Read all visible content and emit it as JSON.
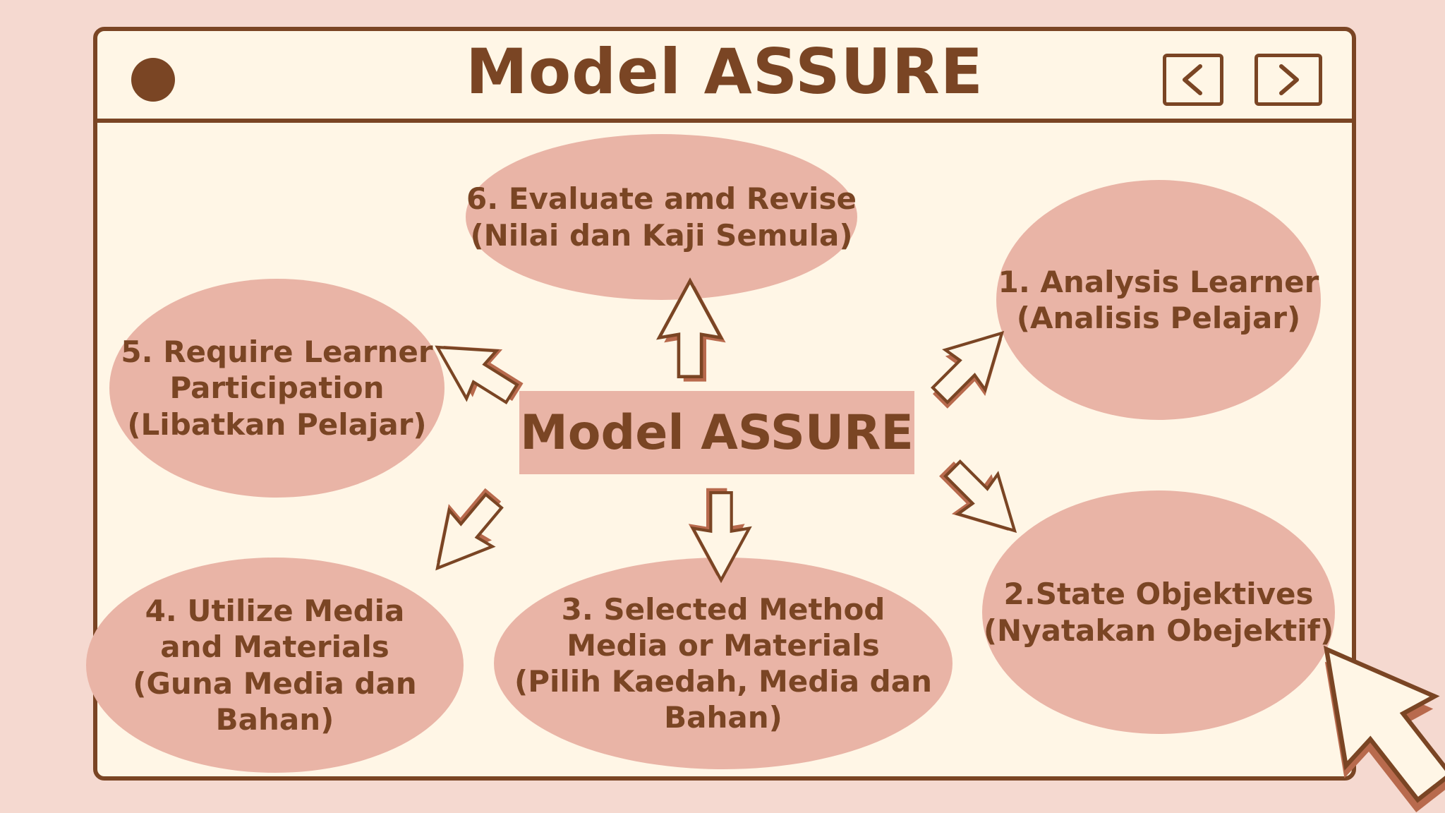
{
  "title": "Model ASSURE",
  "center_label": "Model ASSURE",
  "nav": {
    "prev_icon": "chevron-left-icon",
    "next_icon": "chevron-right-icon"
  },
  "steps": [
    {
      "id": 1,
      "text": "1. Analysis Learner\n(Analisis Pelajar)"
    },
    {
      "id": 2,
      "text": "2.State Objektives\n(Nyatakan Obejektif)"
    },
    {
      "id": 3,
      "text": "3. Selected Method\nMedia or Materials\n(Pilih Kaedah, Media dan\nBahan)"
    },
    {
      "id": 4,
      "text": "4. Utilize Media\nand Materials\n(Guna Media dan\nBahan)"
    },
    {
      "id": 5,
      "text": "5. Require Learner\nParticipation\n(Libatkan Pelajar)"
    },
    {
      "id": 6,
      "text": "6. Evaluate amd Revise\n(Nilai dan Kaji Semula)"
    }
  ],
  "colors": {
    "brown": "#7a4524",
    "pink": "#e9b4a6",
    "cream": "#fff6e6",
    "background": "#f5d9d0"
  }
}
